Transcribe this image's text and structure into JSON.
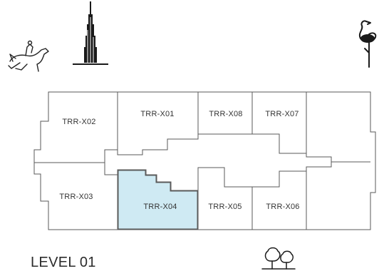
{
  "level": "LEVEL 01",
  "highlight_color": "#cfeaf3",
  "line_color": "#5a5a5a",
  "units": [
    {
      "id": "TRR-X02",
      "label": "TRR-X02",
      "selected": false
    },
    {
      "id": "TRR-X01",
      "label": "TRR-X01",
      "selected": false
    },
    {
      "id": "TRR-X08",
      "label": "TRR-X08",
      "selected": false
    },
    {
      "id": "TRR-X07",
      "label": "TRR-X07",
      "selected": false
    },
    {
      "id": "TRR-X03",
      "label": "TRR-X03",
      "selected": false
    },
    {
      "id": "TRR-X04",
      "label": "TRR-X04",
      "selected": true
    },
    {
      "id": "TRR-X05",
      "label": "TRR-X05",
      "selected": false
    },
    {
      "id": "TRR-X06",
      "label": "TRR-X06",
      "selected": false
    }
  ],
  "icons": [
    "horse-rider-icon",
    "burj-tower-icon",
    "flamingo-icon",
    "trees-icon"
  ]
}
